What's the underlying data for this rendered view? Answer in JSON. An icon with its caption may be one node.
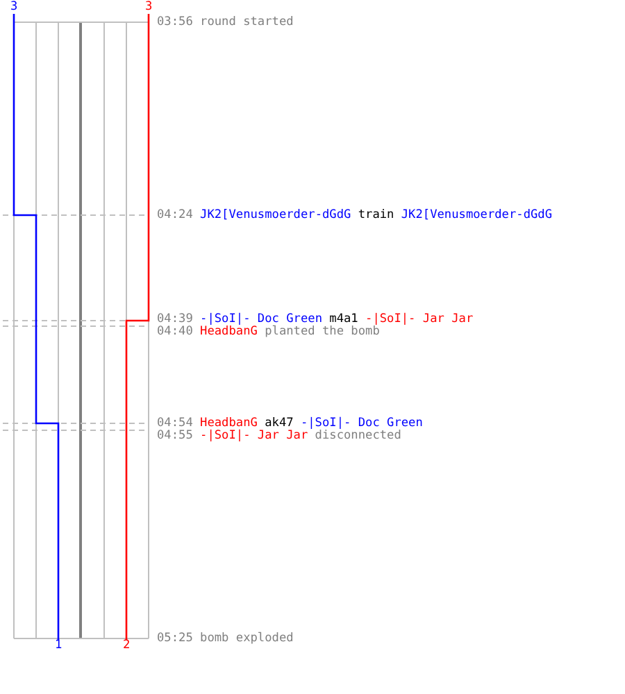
{
  "diagram": {
    "labels": [
      "3",
      "3",
      "03:56",
      "round started",
      "04:24",
      "JK2[Venusmoerder-dGdG",
      "train",
      "JK2[Venusmoerder-dGdG",
      "04:39",
      "-|SoI|- Doc Green",
      "m4a1",
      "-|SoI|- Jar Jar",
      "04:40",
      "HeadbanG",
      "planted the bomb",
      "04:54",
      "HeadbanG",
      "ak47",
      "-|SoI|- Doc Green",
      "04:55",
      "-|SoI|- Jar Jar",
      "disconnected",
      "1",
      "2",
      "05:25",
      "bomb exploded"
    ]
  }
}
